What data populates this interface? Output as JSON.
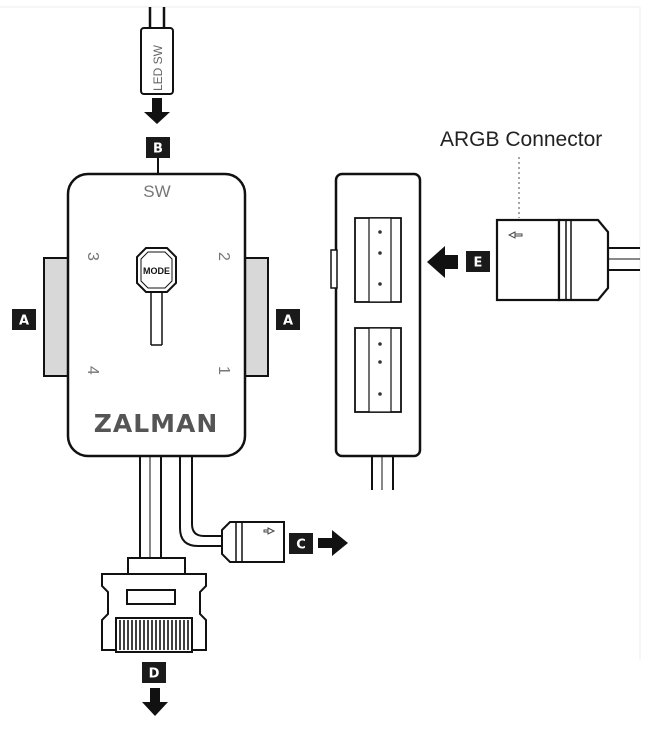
{
  "labels": {
    "led_switch_cable": "LED SW",
    "switch_header": "SW",
    "mode_button": "MODE",
    "brand": "ZALMAN",
    "argb_connector": "ARGB Connector"
  },
  "ports": {
    "port_1": "1",
    "port_2": "2",
    "port_3": "3",
    "port_4": "4"
  },
  "callouts": {
    "a": "A",
    "b": "B",
    "c": "C",
    "d": "D",
    "e": "E"
  },
  "colors": {
    "line": "#111111",
    "pad_fill": "#d8d8d8",
    "badge_fill": "#1a1a1a",
    "gray_text": "#777777"
  },
  "icons": {
    "arrow": "arrow-icon",
    "direction": "small-arrow-icon"
  }
}
